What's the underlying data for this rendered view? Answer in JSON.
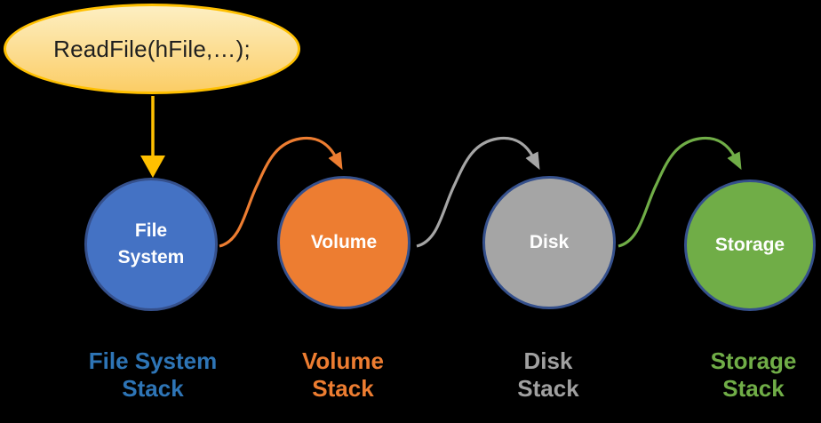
{
  "diagram": {
    "call_label": "ReadFile(hFile,…);",
    "nodes": [
      {
        "label": "File System",
        "stack_line1": "File System",
        "stack_line2": "Stack",
        "color": "#4472C4"
      },
      {
        "label": "Volume",
        "stack_line1": "Volume",
        "stack_line2": "Stack",
        "color": "#ED7D31"
      },
      {
        "label": "Disk",
        "stack_line1": "Disk",
        "stack_line2": "Stack",
        "color": "#A5A5A5"
      },
      {
        "label": "Storage",
        "stack_line1": "Storage",
        "stack_line2": "Stack",
        "color": "#70AD47"
      }
    ]
  },
  "colors": {
    "background": "#000000",
    "bubble-fill-top": "#FDEFC2",
    "bubble-fill-bottom": "#FBCD66",
    "bubble-border": "#FFC000",
    "bubble-text": "#1F1F1F",
    "arrow-yellow": "#FFC000",
    "node-border": "#35508C",
    "node-blue": "#4472C4",
    "node-orange": "#ED7D31",
    "node-gray": "#A5A5A5",
    "node-green": "#70AD47",
    "node-text": "#FFFFFF",
    "label-blue": "#2E75B6",
    "label-orange": "#ED7D31",
    "label-gray": "#A0A0A0",
    "label-green": "#70AD47"
  }
}
